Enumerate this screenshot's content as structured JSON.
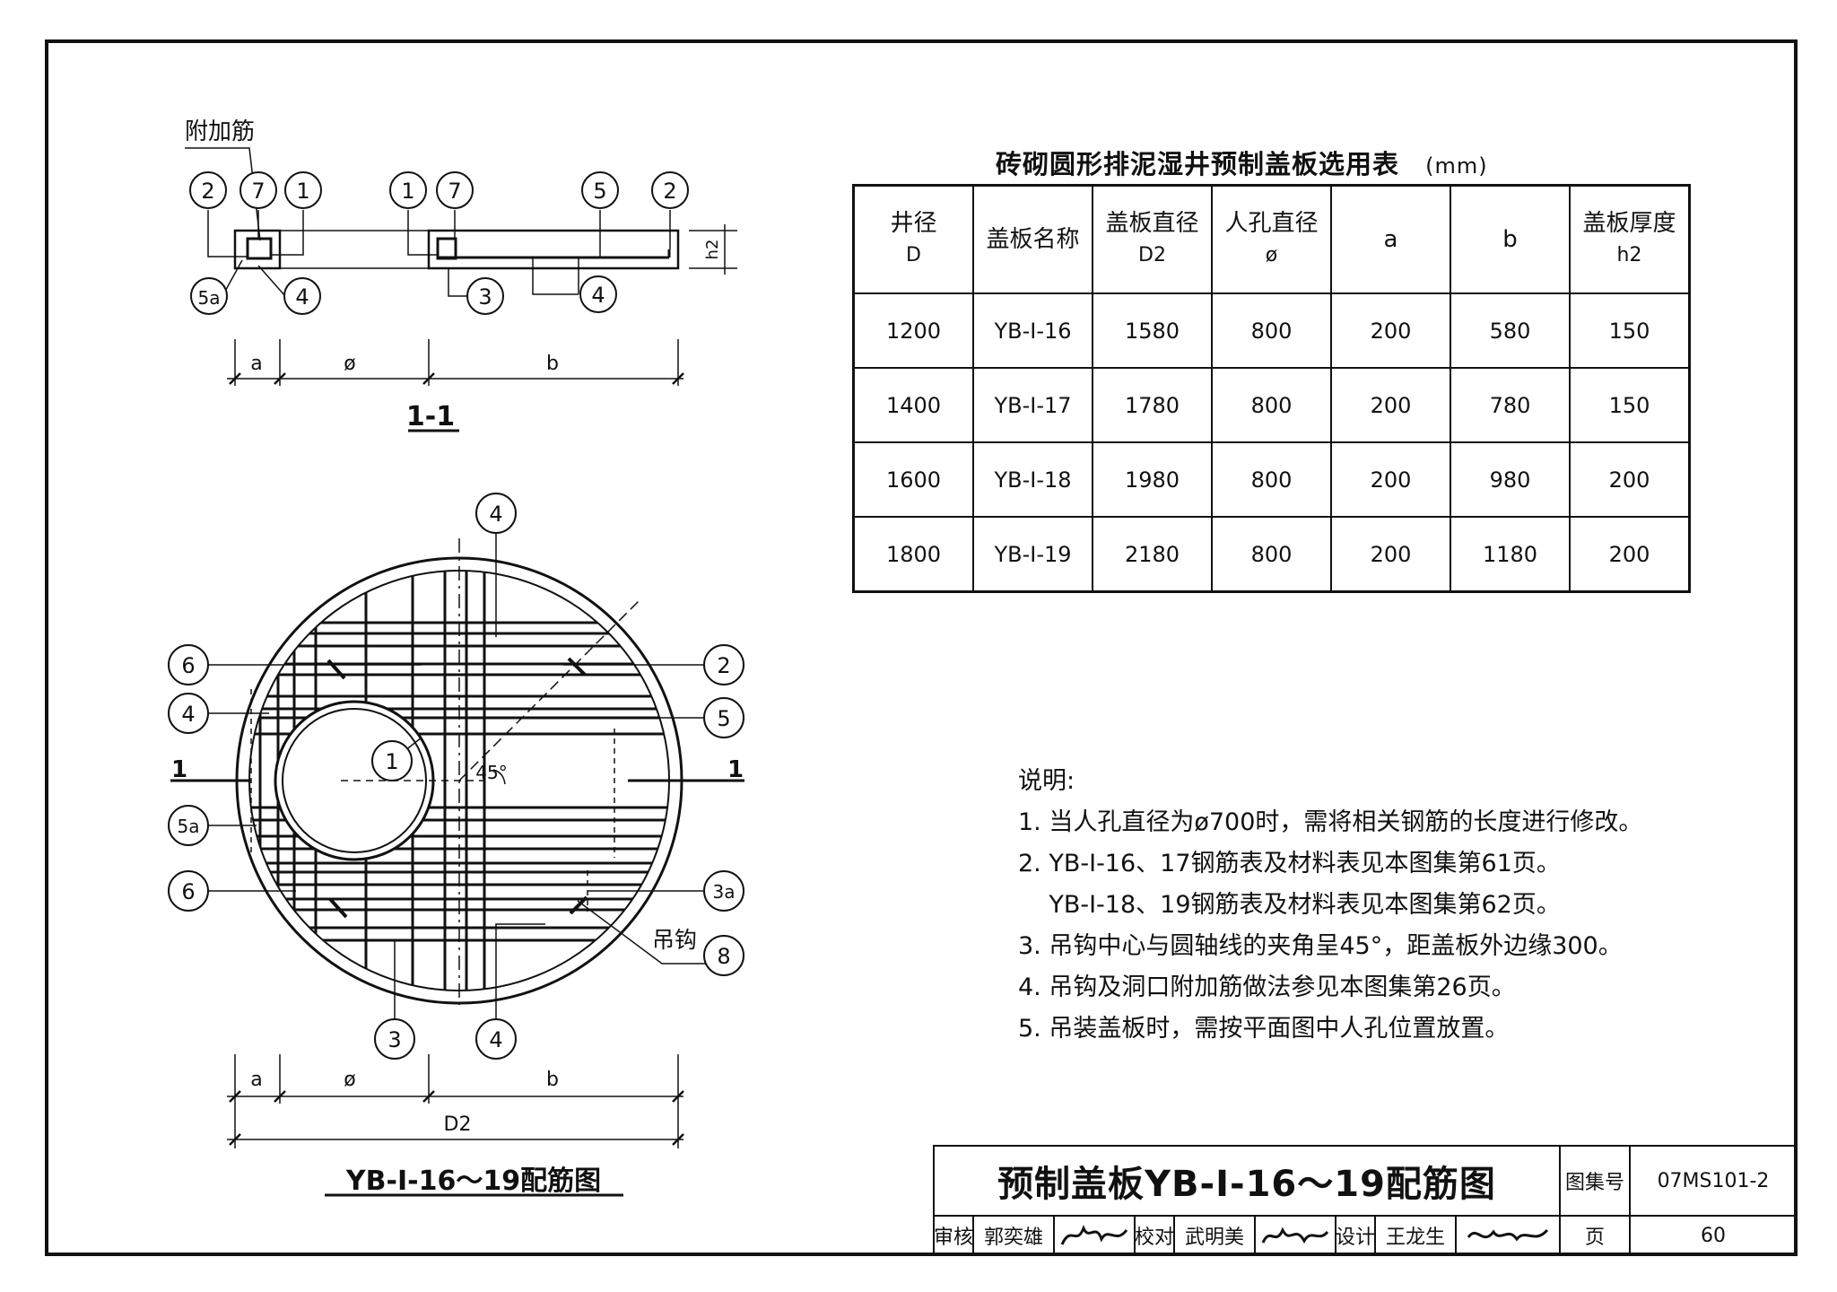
{
  "section_view": {
    "label_extra_bar": "附加筋",
    "markers": [
      "2",
      "7",
      "1",
      "1",
      "7",
      "5",
      "2",
      "5a",
      "4",
      "3",
      "4"
    ],
    "dim_a": "a",
    "dim_phi": "ø",
    "dim_b": "b",
    "dim_h2": "h2",
    "title": "1-1"
  },
  "plan_view": {
    "markers_left": [
      "6",
      "4",
      "5a",
      "6"
    ],
    "markers_right": [
      "2",
      "5",
      "3a",
      "8"
    ],
    "markers_top": [
      "4"
    ],
    "markers_bottom": [
      "3",
      "4"
    ],
    "marker_inner": "1",
    "angle_label": "45°",
    "section_mark": "1",
    "hook_label": "吊钩",
    "dim_a": "a",
    "dim_phi": "ø",
    "dim_b": "b",
    "dim_d2": "D2",
    "title": "YB-Ⅰ-16～19配筋图"
  },
  "selection_table": {
    "title": "砖砌圆形排泥湿井预制盖板选用表",
    "unit": "(mm)",
    "headers": [
      {
        "main": "井径",
        "sub": "D"
      },
      {
        "main": "盖板名称",
        "sub": ""
      },
      {
        "main": "盖板直径",
        "sub": "D2"
      },
      {
        "main": "人孔直径",
        "sub": "ø"
      },
      {
        "main": "a",
        "sub": ""
      },
      {
        "main": "b",
        "sub": ""
      },
      {
        "main": "盖板厚度",
        "sub": "h2"
      }
    ],
    "rows": [
      [
        "1200",
        "YB-Ⅰ-16",
        "1580",
        "800",
        "200",
        "580",
        "150"
      ],
      [
        "1400",
        "YB-Ⅰ-17",
        "1780",
        "800",
        "200",
        "780",
        "150"
      ],
      [
        "1600",
        "YB-Ⅰ-18",
        "1980",
        "800",
        "200",
        "980",
        "200"
      ],
      [
        "1800",
        "YB-Ⅰ-19",
        "2180",
        "800",
        "200",
        "1180",
        "200"
      ]
    ]
  },
  "notes": {
    "heading": "说明:",
    "items": [
      "1. 当人孔直径为ø700时，需将相关钢筋的长度进行修改。",
      "2. YB-Ⅰ-16、17钢筋表及材料表见本图集第61页。",
      "    YB-Ⅰ-18、19钢筋表及材料表见本图集第62页。",
      "3. 吊钩中心与圆轴线的夹角呈45°，距盖板外边缘300。",
      "4. 吊钩及洞口附加筋做法参见本图集第26页。",
      "5. 吊装盖板时，需按平面图中人孔位置放置。"
    ]
  },
  "title_block": {
    "drawing_title": "预制盖板YB-Ⅰ-16～19配筋图",
    "atlas_label": "图集号",
    "atlas_no": "07MS101-2",
    "page_label": "页",
    "page_no": "60",
    "review_label": "审核",
    "reviewer": "郭奕雄",
    "check_label": "校对",
    "checker": "武明美",
    "design_label": "设计",
    "designer": "王龙生"
  }
}
